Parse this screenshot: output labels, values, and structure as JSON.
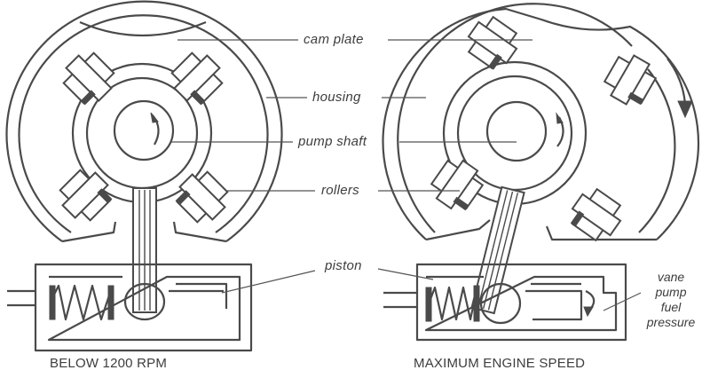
{
  "labels": {
    "cam_plate": "cam plate",
    "housing": "housing",
    "pump_shaft": "pump shaft",
    "rollers": "rollers",
    "piston": "piston",
    "vane_pump_fuel_pressure": [
      "vane",
      "pump",
      "fuel",
      "pressure"
    ]
  },
  "captions": {
    "left": "BELOW 1200 RPM",
    "right": "MAXIMUM ENGINE SPEED"
  },
  "icons": {
    "rotation_arrow": "curved-arrow-clockwise"
  }
}
